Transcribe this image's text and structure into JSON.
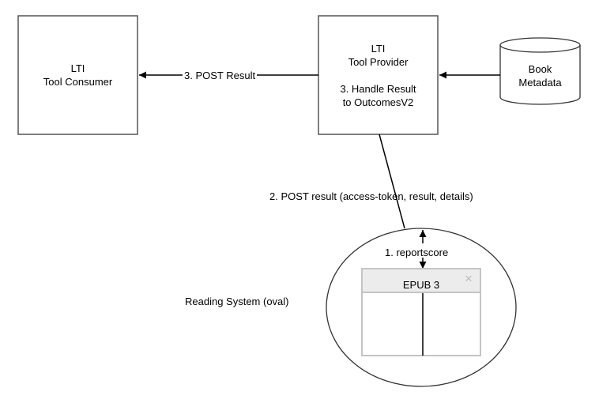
{
  "nodes": {
    "consumer": {
      "line1": "LTI",
      "line2": "Tool Consumer"
    },
    "provider": {
      "line1": "LTI",
      "line2": "Tool Provider",
      "line3": "3. Handle Result",
      "line4": "to OutcomesV2"
    },
    "metadata": {
      "line1": "Book",
      "line2": "Metadata"
    },
    "reading_system": {
      "label": "Reading System (oval)"
    },
    "epub_window": {
      "title": "EPUB 3",
      "close_glyph": "×"
    }
  },
  "edges": {
    "post_result": "3. POST Result",
    "post_result_details": "2. POST result (access-token, result, details)",
    "reportscore": "1. reportscore"
  }
}
